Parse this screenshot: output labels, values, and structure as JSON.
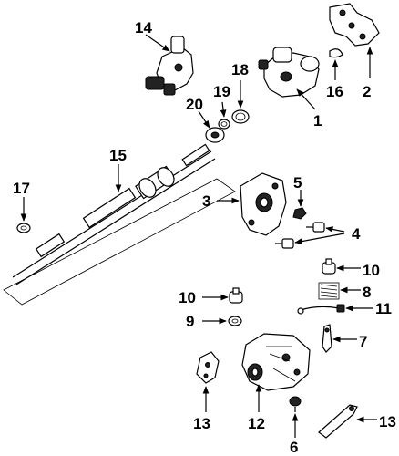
{
  "callouts": {
    "c1": "1",
    "c2": "2",
    "c3": "3",
    "c4": "4",
    "c5": "5",
    "c6": "6",
    "c7": "7",
    "c8": "8",
    "c9": "9",
    "c10a": "10",
    "c10b": "10",
    "c11": "11",
    "c12": "12",
    "c13a": "13",
    "c13b": "13",
    "c14": "14",
    "c15": "15",
    "c16": "16",
    "c17": "17",
    "c18": "18",
    "c19": "19",
    "c20": "20"
  },
  "colors": {
    "ink": "#000000",
    "paper": "#ffffff"
  }
}
